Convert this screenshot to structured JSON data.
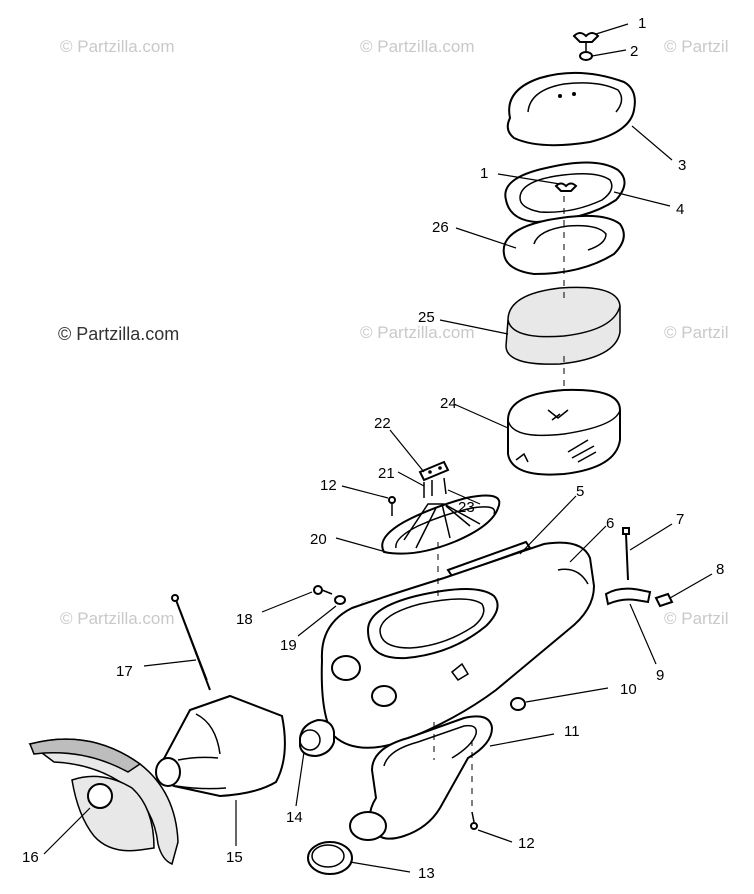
{
  "watermarks": {
    "faint": "© Partzilla.com",
    "faint_partial": "© Partzil",
    "strong": "© Partzilla.com"
  },
  "callouts": [
    "1",
    "2",
    "3",
    "1",
    "4",
    "26",
    "25",
    "24",
    "22",
    "21",
    "12",
    "23",
    "5",
    "6",
    "7",
    "20",
    "8",
    "18",
    "19",
    "17",
    "9",
    "10",
    "11",
    "14",
    "16",
    "15",
    "12",
    "13"
  ]
}
